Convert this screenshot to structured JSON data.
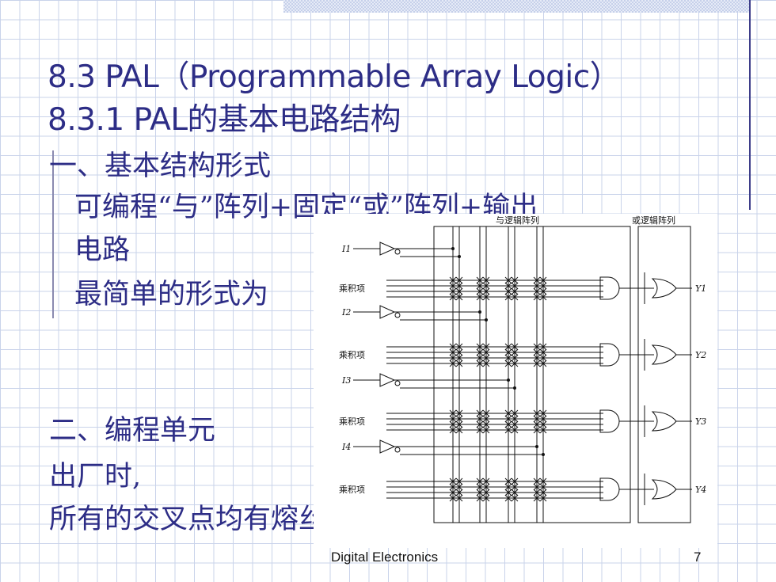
{
  "slide": {
    "title_line1": "8.3 PAL（Programmable Array Logic）",
    "title_line2": "8.3.1  PAL的基本电路结构",
    "heading1": "一、基本结构形式",
    "text1_line1": "可编程“与”阵列+固定“或”阵列+输出",
    "text1_line2": "电路",
    "text2": "最简单的形式为",
    "heading2": "二、编程单元",
    "text3": "出厂时,",
    "text4": "所有的交叉点均有熔丝"
  },
  "diagram": {
    "and_array_label": "与逻辑阵列",
    "or_array_label": "或逻辑阵列",
    "inputs": [
      "I1",
      "I2",
      "I3",
      "I4"
    ],
    "product_term_label": "乘积项",
    "outputs": [
      "Y1",
      "Y2",
      "Y3",
      "Y4"
    ]
  },
  "footer": {
    "center": "Digital Electronics",
    "page": "7"
  },
  "colors": {
    "text": "#2d2d86",
    "grid": "#c9d3ea",
    "accent_line": "#3e3e8a"
  }
}
